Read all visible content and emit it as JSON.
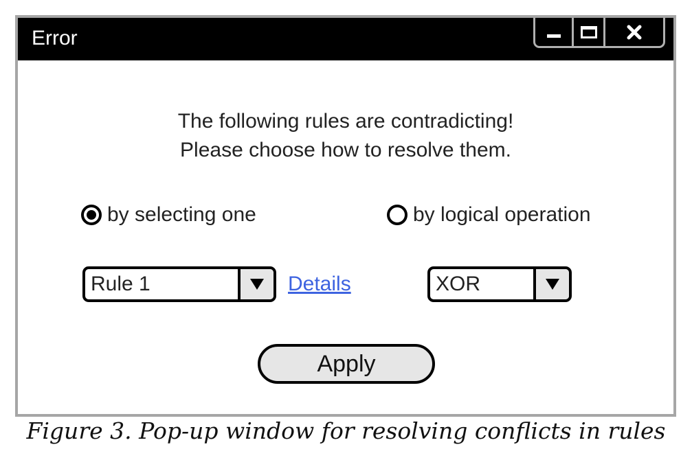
{
  "window": {
    "title": "Error",
    "controls": {
      "minimize_icon": "minimize-icon",
      "maximize_icon": "maximize-icon",
      "close_icon": "close-icon",
      "close_glyph": "✖"
    }
  },
  "message": {
    "line1": "The following rules are contradicting!",
    "line2": "Please choose how to resolve them."
  },
  "options": {
    "by_selecting": {
      "label": "by selecting one",
      "selected": true
    },
    "by_logical": {
      "label": "by logical operation",
      "selected": false
    }
  },
  "rule_select": {
    "value": "Rule 1",
    "arrow_glyph": "▼"
  },
  "details_link": {
    "label": "Details"
  },
  "operation_select": {
    "value": "XOR",
    "arrow_glyph": "▼"
  },
  "apply_button": {
    "label": "Apply"
  },
  "caption": "Figure 3. Pop-up window for resolving conflicts in rules",
  "colors": {
    "titlebar": "#000000",
    "link": "#3d63e0",
    "button_bg": "#e6e6e6",
    "window_border": "#a6a6a6"
  }
}
